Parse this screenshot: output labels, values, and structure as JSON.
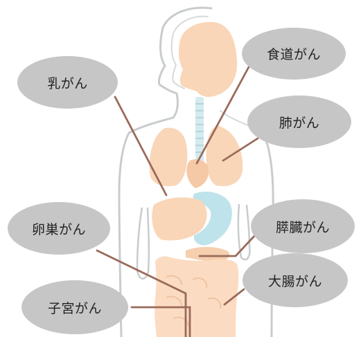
{
  "labels": {
    "breast": "乳がん",
    "esophagus": "食道がん",
    "lung": "肺がん",
    "ovary": "卵巣がん",
    "pancreas": "膵臓がん",
    "colon": "大腸がん",
    "uterus": "子宮がん"
  },
  "colors": {
    "body_outline": "#c8cccd",
    "organ_peach": "#f9d6b8",
    "stomach_blue": "#bfe3ea",
    "leader_line": "#9a6a5a",
    "bubble": "#c6c6c6",
    "text": "#222222"
  }
}
